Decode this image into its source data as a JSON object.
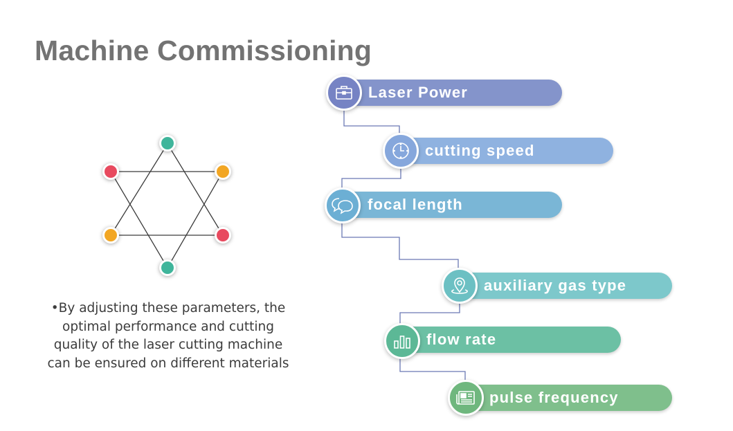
{
  "slide": {
    "title": "Machine Commissioning",
    "caption_lines": [
      "•By adjusting these parameters, the",
      "optimal performance and cutting",
      "quality of the laser cutting machine",
      "can be ensured on different materials"
    ]
  },
  "hexagram": {
    "line_color": "#3a3a3a",
    "node_colors": {
      "top": "#3fb59b",
      "upper_left": "#e84a5f",
      "upper_right": "#f2a623",
      "lower_left": "#f2a623",
      "lower_right": "#e84a5f",
      "bottom": "#3fb59b"
    }
  },
  "parameters": {
    "connector_color": "#6a78b4",
    "items": [
      {
        "label": "Laser Power",
        "icon": "toolbox-icon",
        "pill_color": "#8494cb",
        "badge_color": "#7683c4"
      },
      {
        "label": "cutting speed",
        "icon": "clock-icon",
        "pill_color": "#8fb2e0",
        "badge_color": "#86a7dc"
      },
      {
        "label": "focal length",
        "icon": "chat-bubbles-icon",
        "pill_color": "#7ab6d6",
        "badge_color": "#6cafd4"
      },
      {
        "label": "auxiliary gas type",
        "icon": "location-pin-icon",
        "pill_color": "#7dc8cb",
        "badge_color": "#6cc0c3"
      },
      {
        "label": "flow rate",
        "icon": "bar-chart-icon",
        "pill_color": "#6cc0a4",
        "badge_color": "#5cb896"
      },
      {
        "label": "pulse frequency",
        "icon": "newspaper-icon",
        "pill_color": "#7fbf8c",
        "badge_color": "#6fb77e"
      }
    ]
  }
}
